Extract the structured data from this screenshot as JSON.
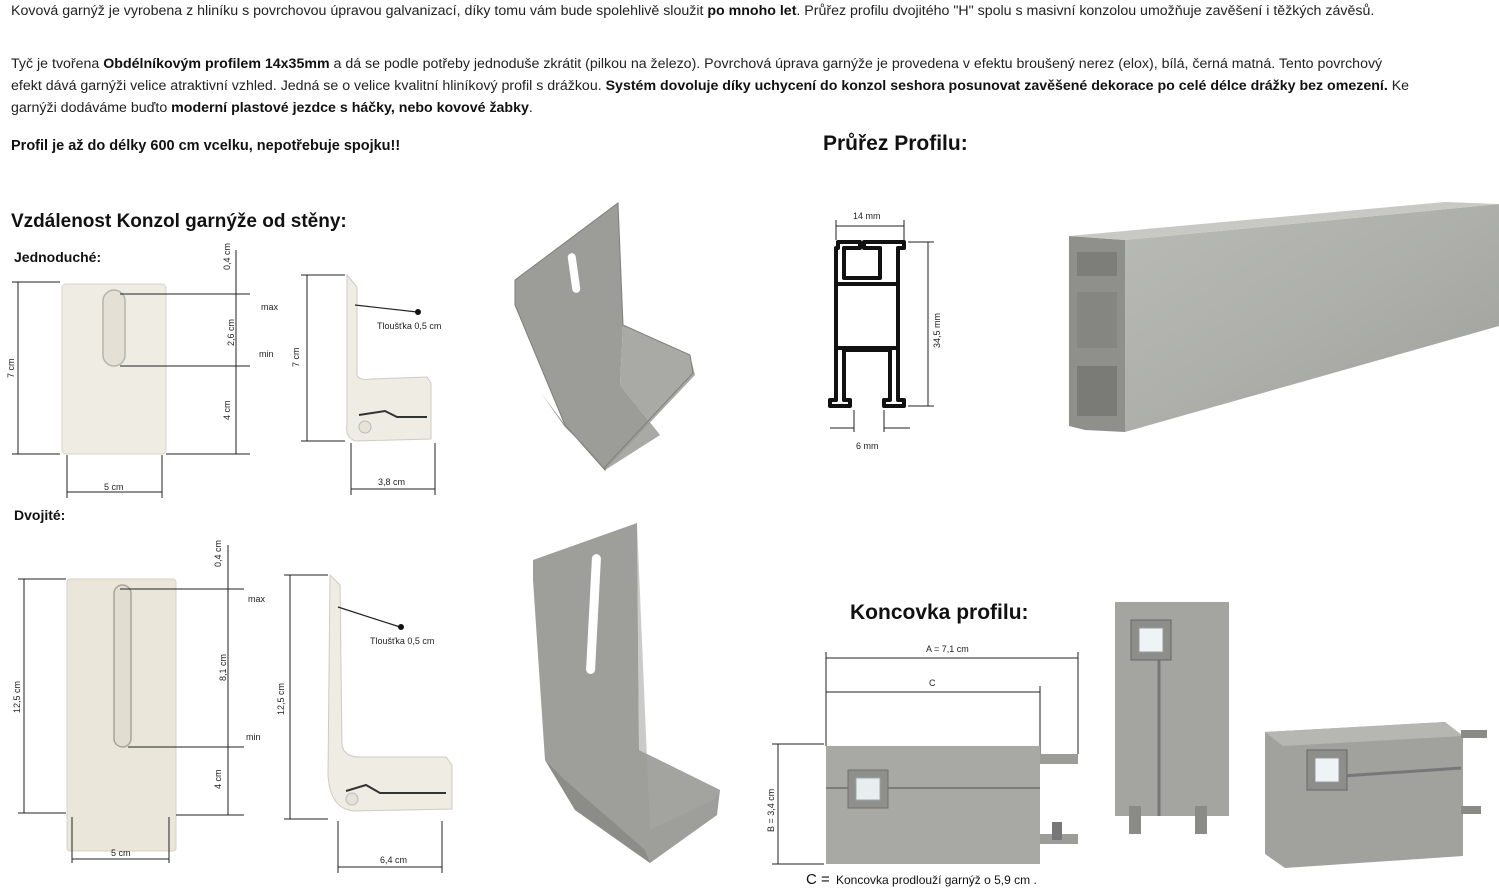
{
  "intro": {
    "p1_a": "Kovová garnýž je vyrobena z hliníku s povrchovou úpravou galvanizací, díky tomu vám bude spolehlivě sloužit ",
    "p1_b": "po mnoho let",
    "p1_c": ". Průřez profilu dvojitého \"H\" spolu s masivní konzolou umožňuje zavěšení i těžkých závěsů.",
    "p2_a": " Tyč je tvořena ",
    "p2_b": "Obdélníkovým profilem 14x35mm",
    "p2_c": " a dá se podle potřeby jednoduše zkrátit (pilkou na železo). Povrchová úprava garnýže je provedena v efektu broušený nerez (elox), bílá, černá matná. Tento povrchový efekt dává garnýži velice atraktivní vzhled. Jedná se o velice kvalitní hliníkový profil s drážkou. ",
    "p2_d": "Systém dovoluje díky uchycení do konzol seshora posunovat zavěšené dekorace po celé délce drážky bez omezení.",
    "p2_e": " Ke garnýži dodáváme buďto ",
    "p2_f": "moderní plastové jezdce s háčky, nebo kovové žabky",
    "p2_g": ".",
    "p3": "Profil je až do délky 600 cm vcelku, nepotřebuje spojku!!"
  },
  "sections": {
    "konzoly_title": "Vzdálenost Konzol garnýže od stěny:",
    "jednoduche": "Jednoduché:",
    "dvojite": "Dvojité:",
    "prurez_title": "Průřez Profilu:",
    "koncovka_title": "Koncovka profilu:"
  },
  "single": {
    "top_gap": "0,4 cm",
    "height": "7 cm",
    "slot": "2,6 cm",
    "lower": "4 cm",
    "max": "max",
    "min": "min",
    "width": "5 cm",
    "side_height": "7 cm",
    "thickness": "Tloušťka 0,5 cm",
    "depth": "3,8 cm"
  },
  "double": {
    "top_gap": "0,4 cm",
    "height": "12,5 cm",
    "slot": "8,1 cm",
    "lower": "4 cm",
    "max": "max",
    "min": "min",
    "width": "5 cm",
    "side_height": "12,5 cm",
    "thickness": "Tloušťka 0,5 cm",
    "depth": "6,4 cm"
  },
  "profile": {
    "width": "14 mm",
    "height": "34,5 mm",
    "slot": "6 mm"
  },
  "endcap": {
    "a": "A = 7,1 cm",
    "c": "C",
    "b": "B = 3,4 cm",
    "note_c": "C =",
    "note": "Koncovka prodlouží garnýž o 5,9 cm ."
  },
  "colors": {
    "metal": "#a9aaa6",
    "metal_dark": "#8c8d89",
    "bracket_white": "#efece4"
  }
}
